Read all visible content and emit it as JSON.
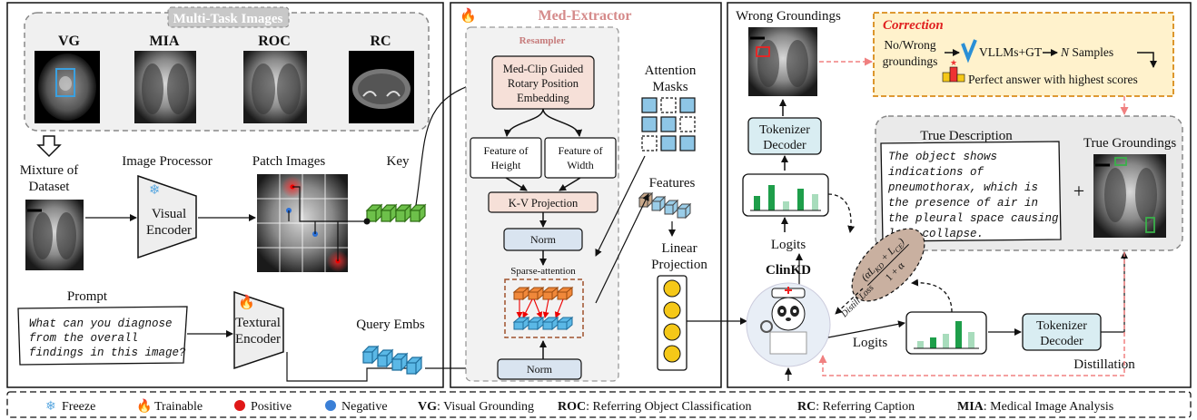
{
  "left_panel": {
    "group_title": "Multi-Task Images",
    "tasks": [
      "VG",
      "MIA",
      "ROC",
      "RC"
    ],
    "mixture_label_1": "Mixture of",
    "mixture_label_2": "Dataset",
    "image_processor": "Image Processor",
    "visual_encoder_1": "Visual",
    "visual_encoder_2": "Encoder",
    "patch_images": "Patch Images",
    "key": "Key",
    "prompt_label": "Prompt",
    "prompt_lines": [
      "What can you diagnose",
      "from the overall",
      "findings in this image?"
    ],
    "textural_encoder_1": "Textural",
    "textural_encoder_2": "Encoder",
    "query_embs": "Query Embs"
  },
  "middle_panel": {
    "title": "Med-Extractor",
    "resampler": "Resampler",
    "medclip_lines": [
      "Med-Clip Guided",
      "Rotary Position",
      "Embedding"
    ],
    "feat_height_1": "Feature of",
    "feat_height_2": "Height",
    "feat_width_1": "Feature of",
    "feat_width_2": "Width",
    "kv_projection": "K-V Projection",
    "norm_top": "Norm",
    "sparse_attention": "Sparse-attention",
    "norm_bottom": "Norm",
    "attention_masks_1": "Attention",
    "attention_masks_2": "Masks",
    "features": "Features",
    "linear_projection_1": "Linear",
    "linear_projection_2": "Projection"
  },
  "right_panel": {
    "wrong_groundings": "Wrong Groundings",
    "correction_title": "Correction",
    "no_wrong_1": "No/Wrong",
    "no_wrong_2": "groundings",
    "vllms_gt": "VLLMs+GT",
    "n_samples_n": "N",
    "n_samples_rest": " Samples",
    "perfect_answer": "Perfect answer with highest scores",
    "tokenizer_decoder_1": "Tokenizer",
    "tokenizer_decoder_2": "Decoder",
    "logits_top": "Logits",
    "true_description": "True Description",
    "true_description_lines": [
      "The object shows",
      "indications of",
      "pneumothorax, which is",
      "the presence of air in",
      "the pleural space causing",
      "lung collapse."
    ],
    "plus": "+",
    "true_groundings": "True Groundings",
    "clinkd": "ClinKD",
    "loss_numerator": "(αL_KD + L_CE)",
    "loss_denominator": "1 + α",
    "distill_loss": "Distill Loss",
    "logits_bottom": "Logits",
    "tokenizer_decoder_b1": "Tokenizer",
    "tokenizer_decoder_b2": "Decoder",
    "distillation": "Distillation"
  },
  "legend": {
    "freeze": "Freeze",
    "trainable": "Trainable",
    "positive": "Positive",
    "negative": "Negative",
    "items": [
      {
        "abbr": "VG",
        "text": ": Visual Grounding"
      },
      {
        "abbr": "ROC",
        "text": ": Referring Object Classification"
      },
      {
        "abbr": "RC",
        "text": ": Referring Caption"
      },
      {
        "abbr": "MIA",
        "text": ": Medical Image Analysis"
      }
    ]
  },
  "colors": {
    "teal_box": "#d9edf2",
    "peach_box": "#f6e0d8",
    "correction_bg": "#fff2cc",
    "correction_border": "#d98c1a",
    "red_arrow": "#f08080",
    "green_bar": "#1e9e4a",
    "green_block": "#5aaa2e",
    "blue_block": "#2a8fc8",
    "orange_block": "#e8823a"
  }
}
